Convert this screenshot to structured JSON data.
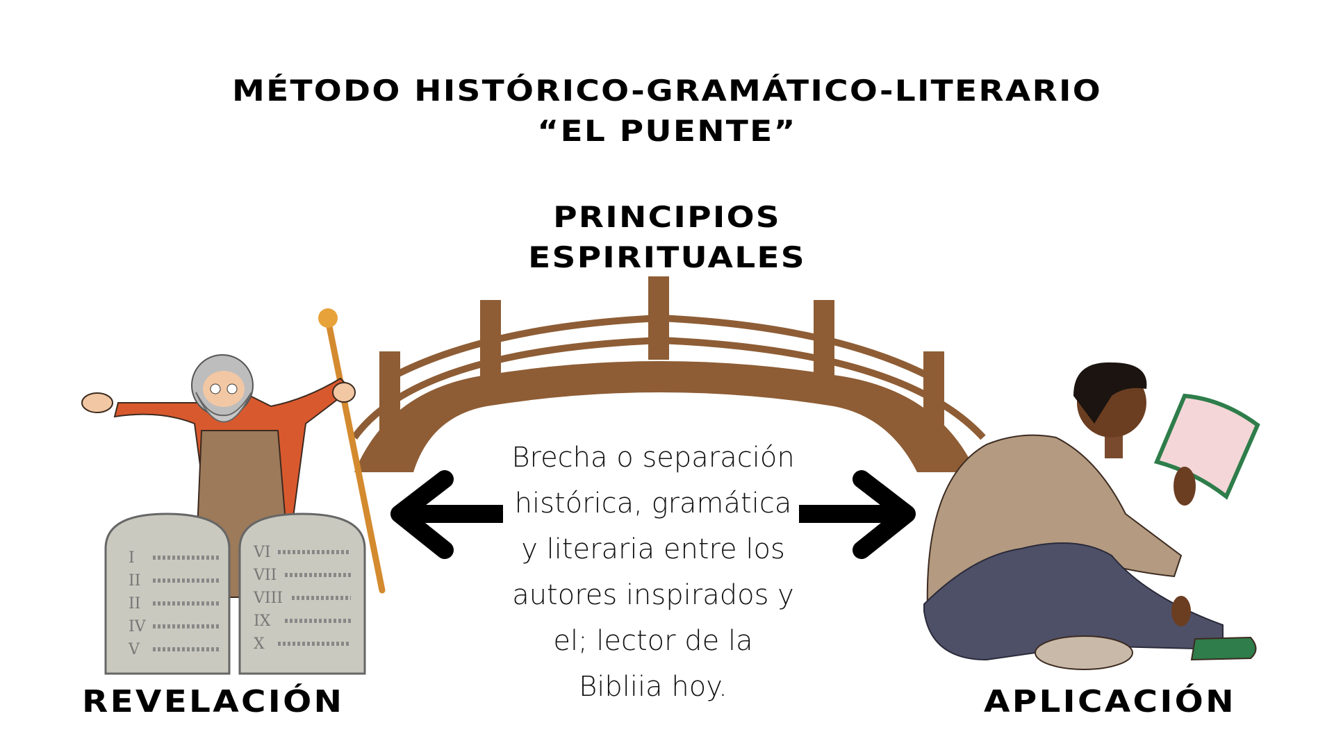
{
  "title": {
    "line1": "MÉTODO HISTÓRICO-GRAMÁTICO-LITERARIO",
    "line2": "“EL PUENTE”"
  },
  "bridge_label": {
    "line1": "PRINCIPIOS",
    "line2": "ESPIRITUALES"
  },
  "gap_text": [
    "Brecha o separación",
    "histórica, gramática",
    "y literaria entre los",
    "autores inspirados y",
    "el; lector de la",
    "Bibliia hoy."
  ],
  "left_label": "REVELACIÓN",
  "right_label": "APLICACIÓN",
  "tablets": {
    "left": [
      "I",
      "II",
      "II",
      "IV",
      "V"
    ],
    "right": [
      "VI",
      "VII",
      "VIII",
      "IX",
      "X"
    ]
  },
  "colors": {
    "bridge": "#8e5d35",
    "arrow": "#000000",
    "robe": "#d9592e",
    "stone": "#c9c9bf",
    "shirt": "#b39a80",
    "pants": "#4e5068",
    "book": "#2e7d4a"
  }
}
